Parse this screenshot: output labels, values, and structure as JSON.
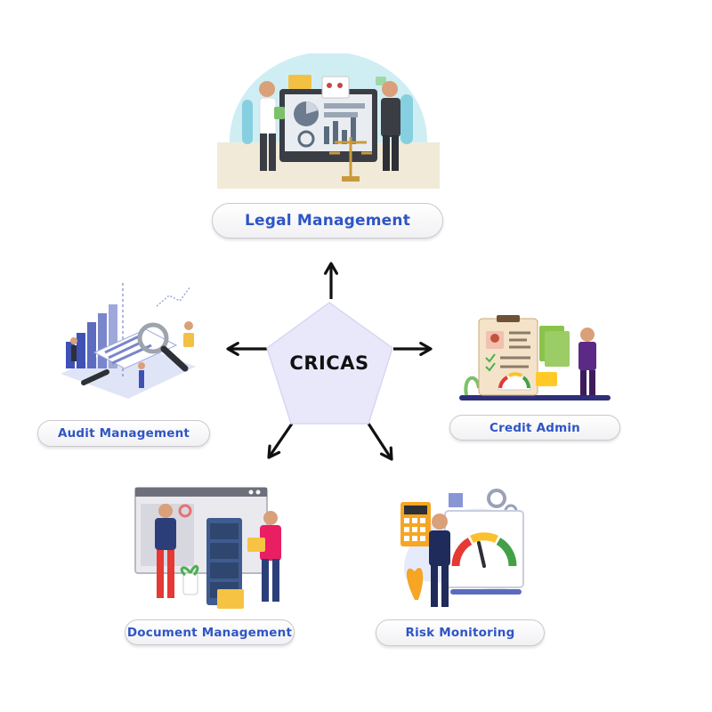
{
  "hub": {
    "label": "CRICAS"
  },
  "nodes": {
    "legal": {
      "label": "Legal Management"
    },
    "audit": {
      "label": "Audit Management"
    },
    "credit": {
      "label": "Credit Admin"
    },
    "document": {
      "label": "Document Management"
    },
    "risk": {
      "label": "Risk Monitoring"
    }
  },
  "colors": {
    "label_text": "#2f55c5",
    "hub_fill": "#e9e8fb",
    "arrow": "#111111"
  }
}
